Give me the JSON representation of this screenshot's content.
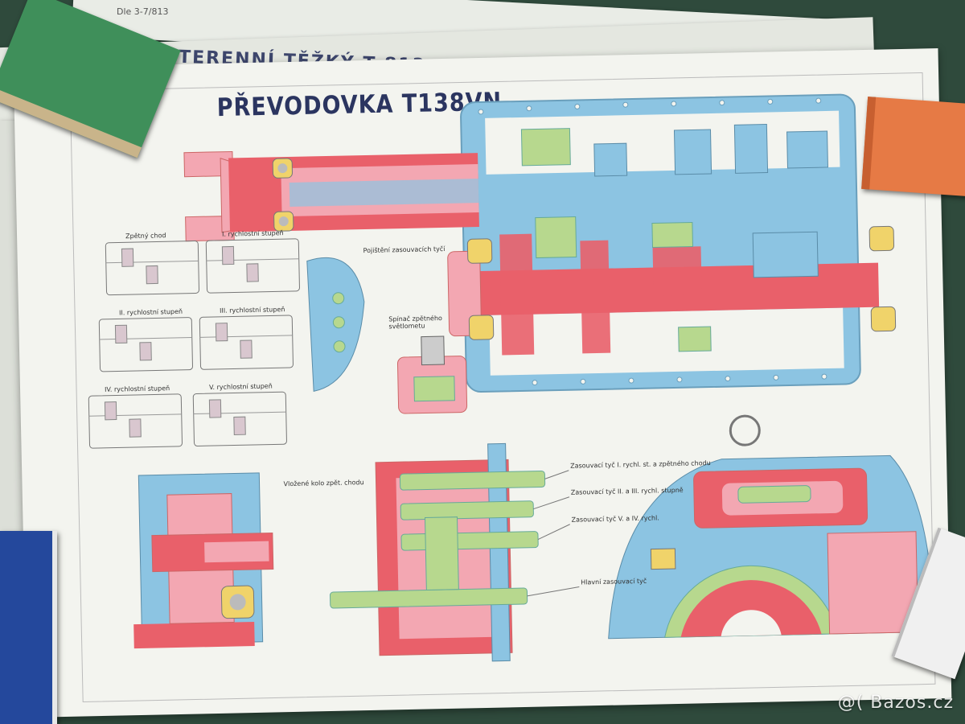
{
  "header": {
    "stack_code": "Dle 3-7/813",
    "stack_title": "TERENNÍ TĚŽKÝ T 813",
    "poster_title": "PŘEVODOVKA T138VN"
  },
  "labels": {
    "reverse": "Zpětný chod",
    "gear1": "I. rychlostní stupeň",
    "gear2": "II. rychlostní stupeň",
    "gear3": "III. rychlostní stupeň",
    "gear4": "IV. rychlostní stupeň",
    "gear5": "V. rychlostní stupeň",
    "rod_lock": "Pojištění zasouvacích tyčí",
    "reverse_switch": "Spínač zpětného světlometu",
    "idler": "Vložené kolo zpět. chodu",
    "rod1": "Zasouvací tyč I. rychl. st. a zpětného chodu",
    "rod2": "Zasouvací tyč II. a III. rychl. stupně",
    "rod3": "Zasouvací tyč V. a IV. rychl.",
    "main_rod": "Hlavní zasouvací tyč"
  },
  "watermark": "@( Bazos.cz",
  "colors": {
    "red": "#e9606a",
    "pink": "#f3a7b2",
    "blue": "#8cc4e2",
    "green": "#b7d88e",
    "yellow": "#f0d36a",
    "table": "#2f4a3c",
    "book_green": "#3f8f5a",
    "book_orange": "#e67a45",
    "book_blue": "#24489c"
  }
}
